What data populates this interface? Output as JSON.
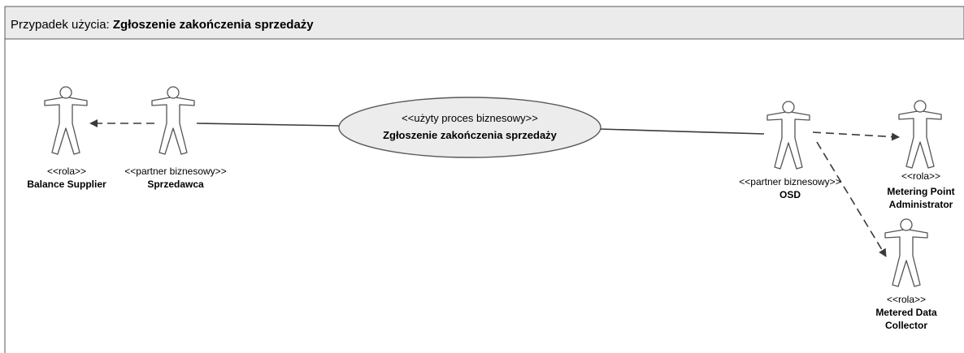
{
  "frame": {
    "title_prefix": "Przypadek użycia: ",
    "title_name": "Zgłoszenie zakończenia sprzedaży"
  },
  "use_case": {
    "stereotype": "<<użyty proces biznesowy>>",
    "name": "Zgłoszenie zakończenia sprzedaży"
  },
  "actors": {
    "balance_supplier": {
      "stereotype": "<<rola>>",
      "name_lines": [
        "Balance Supplier"
      ]
    },
    "sprzedawca": {
      "stereotype": "<<partner biznesowy>>",
      "name_lines": [
        "Sprzedawca"
      ]
    },
    "osd": {
      "stereotype": "<<partner biznesowy>>",
      "name_lines": [
        "OSD"
      ]
    },
    "metering_point_administrator": {
      "stereotype": "<<rola>>",
      "name_lines": [
        "Metering Point",
        "Administrator"
      ]
    },
    "metered_data_collector": {
      "stereotype": "<<rola>>",
      "name_lines": [
        "Metered Data",
        "Collector"
      ]
    }
  },
  "colors": {
    "frame_header": "#ebebeb",
    "border": "#595959",
    "ellipse_fill": "#ececec",
    "line": "#3a3a3a"
  }
}
